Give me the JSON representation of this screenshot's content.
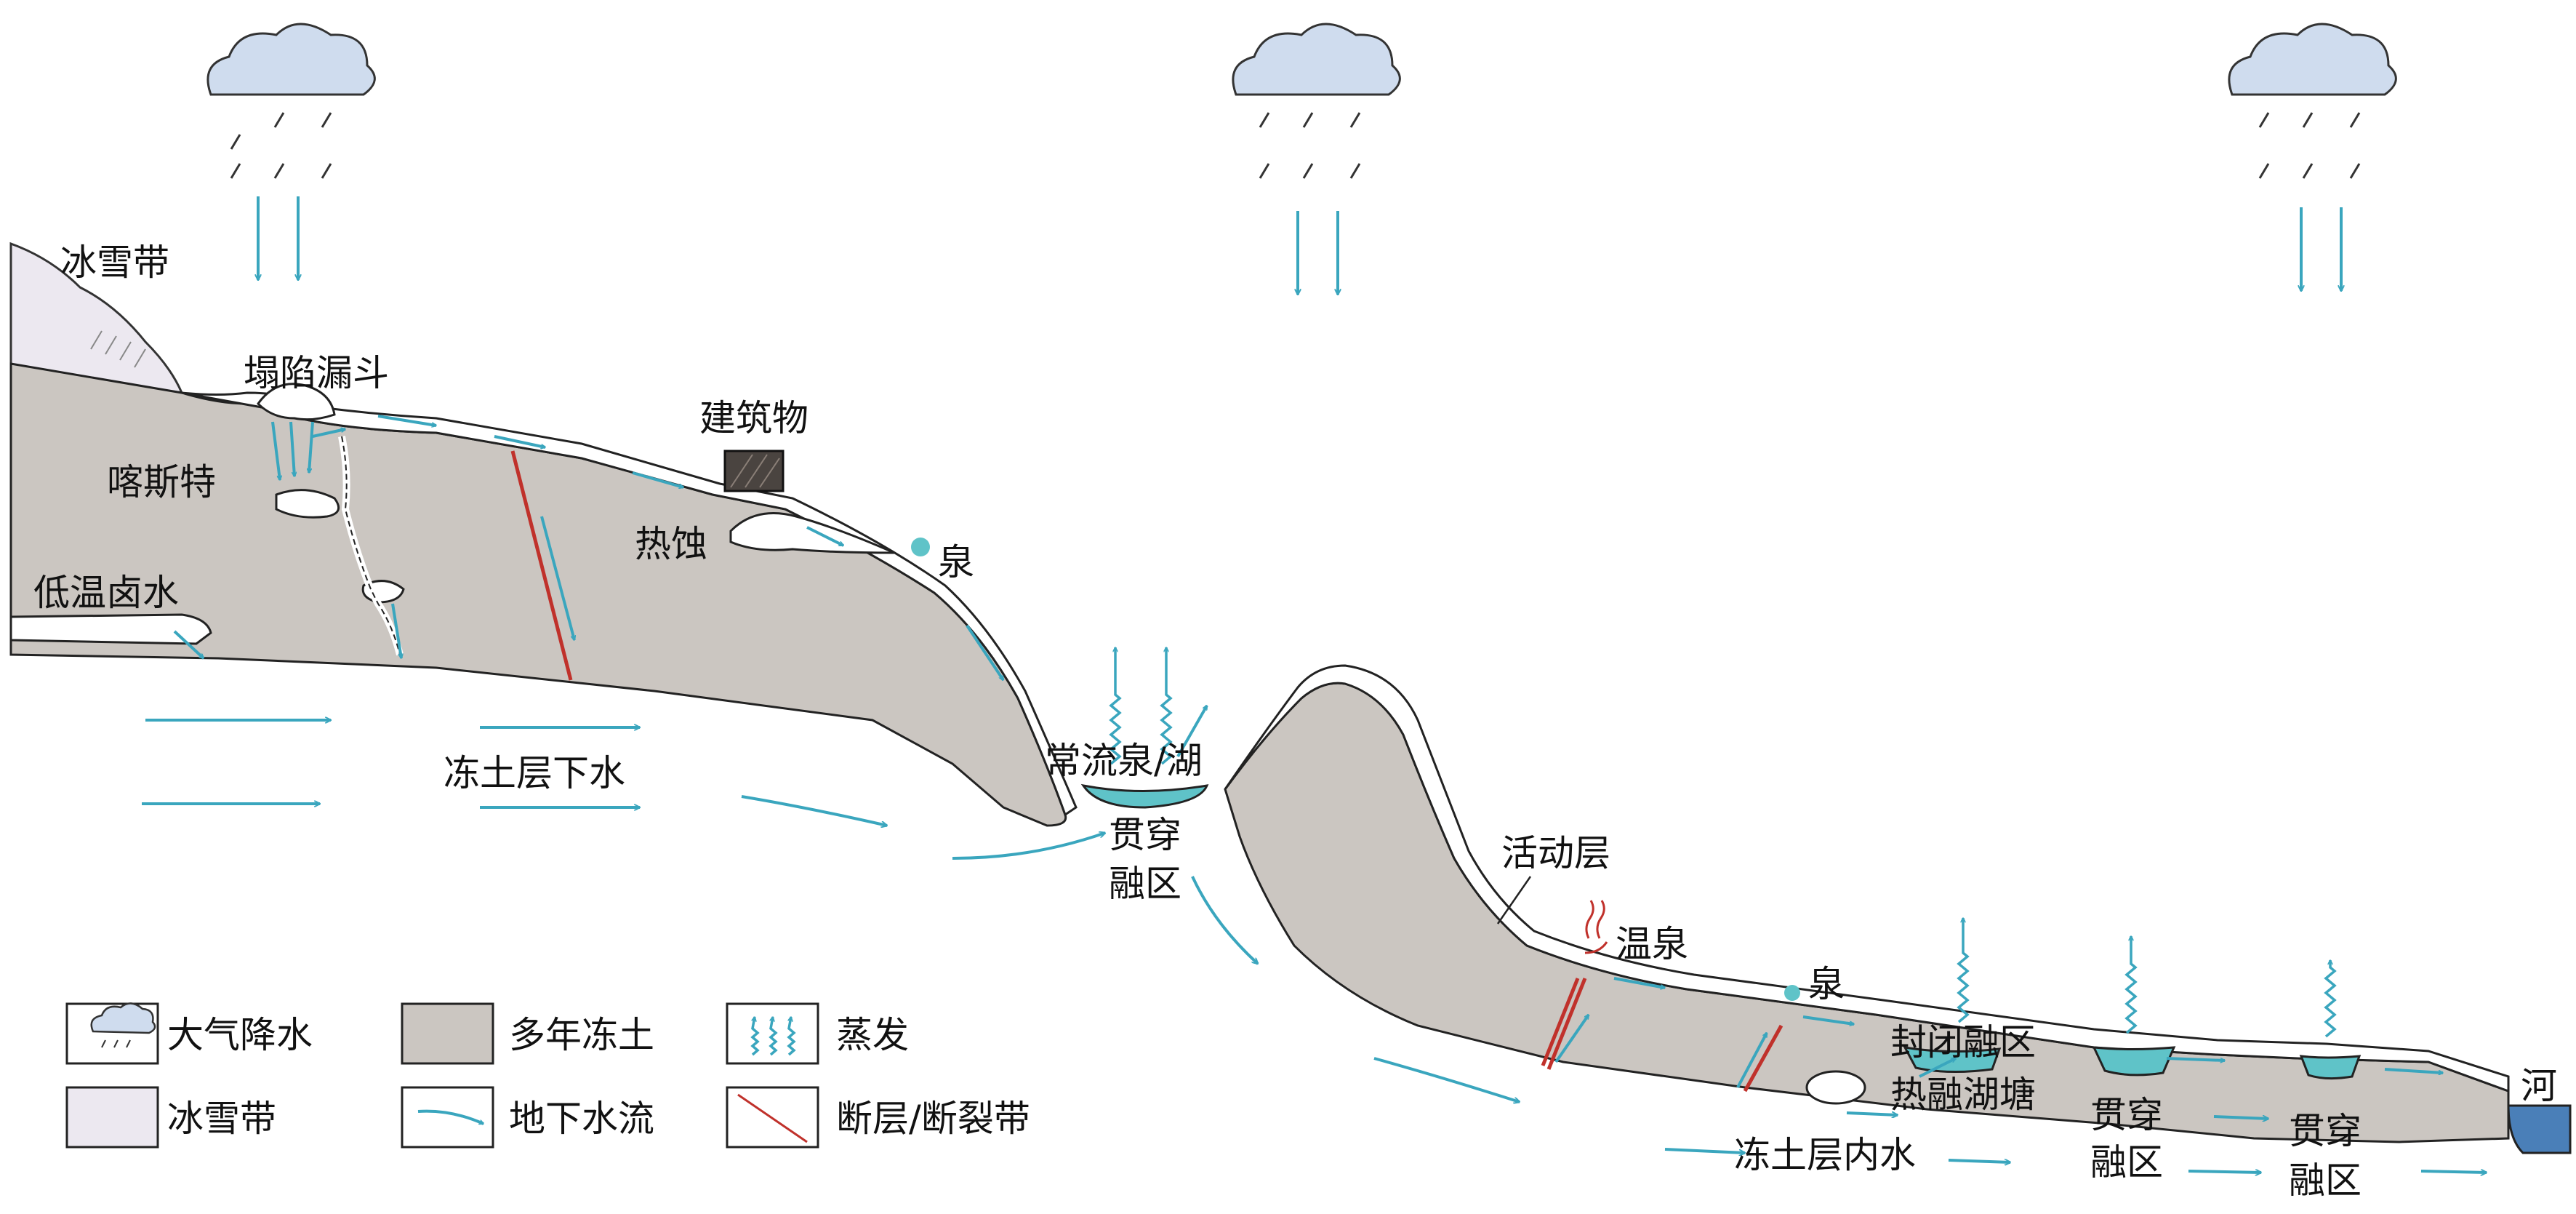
{
  "labels": {
    "snow_zone": "冰雪带",
    "collapse_funnel": "塌陷漏斗",
    "karst": "喀斯特",
    "low_temp_brine": "低温卤水",
    "building": "建筑物",
    "thermokarst": "热蚀",
    "spring_upper": "泉",
    "sub_permafrost_water": "冻土层下水",
    "perennial_spring_lake": "常流泉/湖",
    "through_talik_middle_1": "贯穿",
    "through_talik_middle_2": "融区",
    "active_layer": "活动层",
    "hot_spring": "温泉",
    "spring_lower": "泉",
    "closed_talik": "封闭融区",
    "thermokarst_pond": "热融湖塘",
    "through_talik_a_1": "贯穿",
    "through_talik_a_2": "融区",
    "through_talik_b_1": "贯穿",
    "through_talik_b_2": "融区",
    "intra_permafrost_water": "冻土层内水",
    "river": "河"
  },
  "legend": [
    {
      "key": "precip",
      "label": "大气降水",
      "icon": "cloud-rain-icon"
    },
    {
      "key": "permafrost",
      "label": "多年冻土",
      "icon": "permafrost-swatch"
    },
    {
      "key": "evaporation",
      "label": "蒸发",
      "icon": "evaporation-icon"
    },
    {
      "key": "snow",
      "label": "冰雪带",
      "icon": "snow-swatch"
    },
    {
      "key": "flow",
      "label": "地下水流",
      "icon": "flow-arrow-icon"
    },
    {
      "key": "fault",
      "label": "断层/断裂带",
      "icon": "fault-line-icon"
    }
  ],
  "colors": {
    "permafrost": "#cbc6c1",
    "snow": "#ece8f0",
    "water_flow": "#3aa6be",
    "cloud": "#cfdcee",
    "fault": "#c0312b",
    "spring_water": "#5fc3c8",
    "river": "#4a7fb8",
    "building": "#4a4440"
  }
}
